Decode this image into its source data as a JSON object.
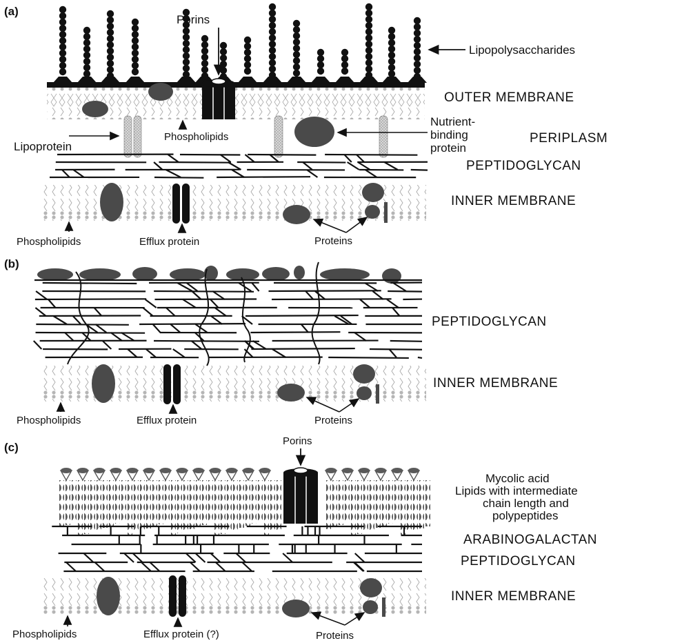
{
  "panels": {
    "a": {
      "tag": "(a)",
      "labels": {
        "porins": "Porins",
        "lipopolysaccharides": "Lipopolysaccharides",
        "outer_membrane": "OUTER MEMBRANE",
        "nutrient_binding_1": "Nutrient-",
        "nutrient_binding_2": "binding",
        "nutrient_binding_3": "protein",
        "periplasm": "PERIPLASM",
        "lipoprotein": "Lipoprotein",
        "phospholipids_upper": "Phospholipids",
        "peptidoglycan": "PEPTIDOGLYCAN",
        "inner_membrane": "INNER MEMBRANE",
        "phospholipids": "Phospholipids",
        "efflux_protein": "Efflux protein",
        "proteins": "Proteins"
      }
    },
    "b": {
      "tag": "(b)",
      "labels": {
        "peptidoglycan": "PEPTIDOGLYCAN",
        "inner_membrane": "INNER MEMBRANE",
        "phospholipids": "Phospholipids",
        "efflux_protein": "Efflux protein",
        "proteins": "Proteins"
      }
    },
    "c": {
      "tag": "(c)",
      "labels": {
        "porins": "Porins",
        "mycolic_1": "Mycolic acid",
        "mycolic_2": "Lipids with intermediate",
        "mycolic_3": "chain length and",
        "mycolic_4": "polypeptides",
        "arabinogalactan": "ARABINOGALACTAN",
        "peptidoglycan": "PEPTIDOGLYCAN",
        "inner_membrane": "INNER MEMBRANE",
        "phospholipids": "Phospholipids",
        "efflux_protein": "Efflux protein (?)",
        "proteins": "Proteins"
      }
    }
  },
  "colors": {
    "ink": "#111111",
    "membrane_line": "#9a9a9a",
    "protein_fill": "#4a4a4a",
    "lipoprotein_fill": "#c8c8c8"
  }
}
